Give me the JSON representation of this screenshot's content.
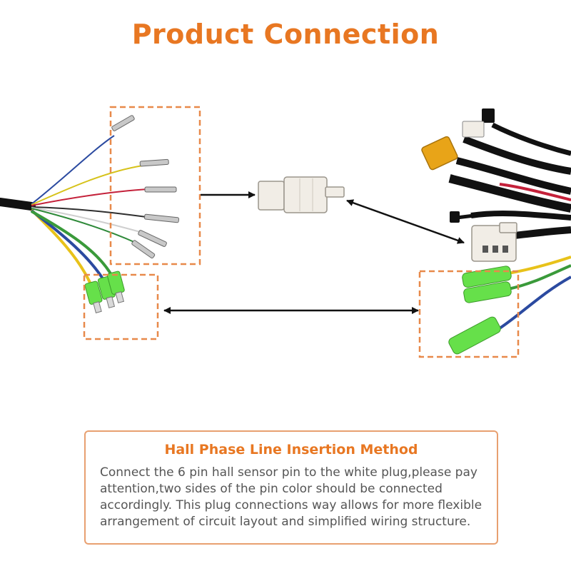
{
  "title": "Product Connection",
  "colors": {
    "accent": "#e87722",
    "dashed_box": "#e8894a",
    "text": "#555555",
    "green_terminal": "#66e04a",
    "white_plug": "#f1ede6",
    "yellow_plug": "#e8a418"
  },
  "info_box": {
    "heading": "Hall Phase Line Insertion Method",
    "text": "Connect the 6 pin hall sensor  pin to the white plug,please pay  attention,two sides of the pin color should be connected accordingly. This plug connections way allows for more flexible arrangement of circuit layout and simplified wiring structure."
  }
}
